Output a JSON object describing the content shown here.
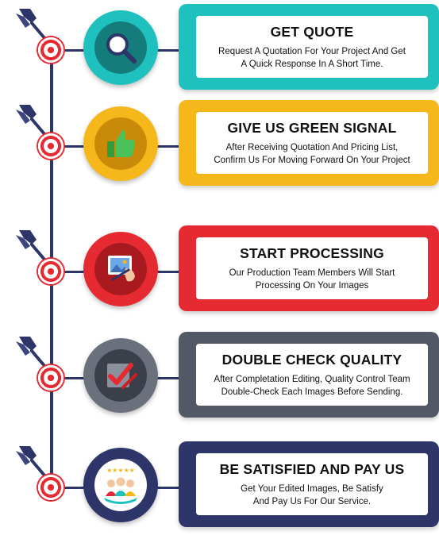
{
  "steps": [
    {
      "title": "GET QUOTE",
      "line1": "Request A Quotation For Your Project And Get",
      "line2": "A Quick Response In  A Short Time.",
      "color": "#1ec1bd",
      "icon": "magnifier-icon"
    },
    {
      "title": "GIVE US GREEN SIGNAL",
      "line1": "After Receiving Quotation And Pricing List,",
      "line2": "Confirm Us For Moving Forward On Your Project",
      "color": "#f6b71b",
      "icon": "thumbs-up-icon"
    },
    {
      "title": "START PROCESSING",
      "line1": "Our Production Team Members Will Start",
      "line2": "Processing On Your Images",
      "color": "#e52b31",
      "icon": "image-editing-icon"
    },
    {
      "title": "DOUBLE CHECK QUALITY",
      "line1": "After Completation Editing, Quality Control Team",
      "line2": "Double-Check Each Images Before Sending.",
      "color": "#525866",
      "icon": "checkmark-pen-icon"
    },
    {
      "title": "BE SATISFIED AND PAY US",
      "line1": "Get Your Edited Images, Be Satisfy",
      "line2": "And Pay Us For Our Service.",
      "color": "#2e3568",
      "icon": "satisfied-customers-icon",
      "rating_stars": "★★★★★"
    }
  ]
}
